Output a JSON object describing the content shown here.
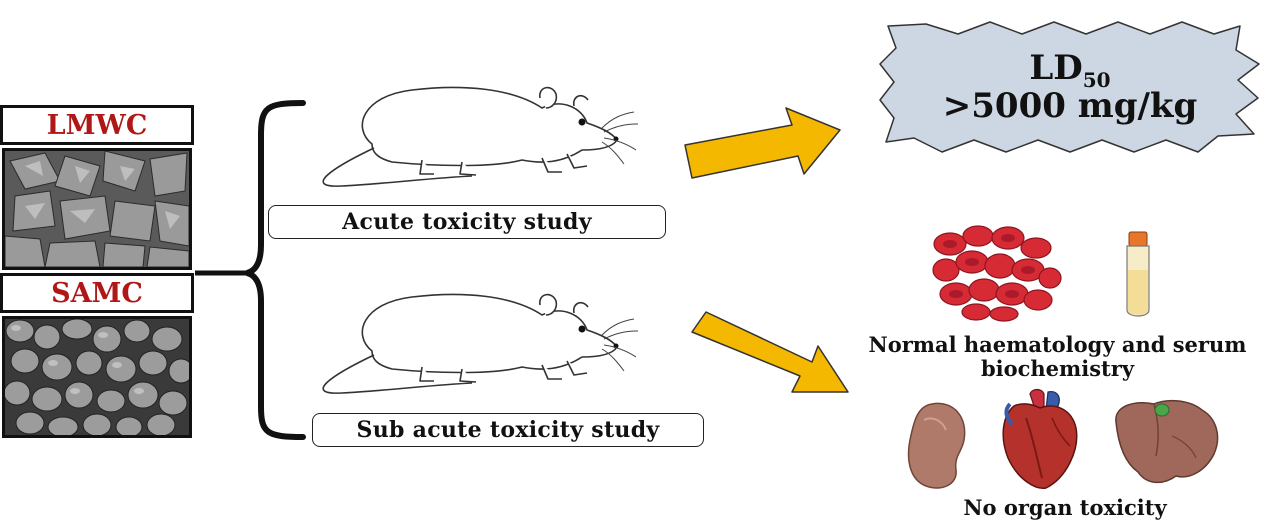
{
  "materials": {
    "top_label": "LMWC",
    "bottom_label": "SAMC"
  },
  "studies": {
    "acute": "Acute toxicity study",
    "sub_acute": "Sub acute toxicity study"
  },
  "outcomes": {
    "ld50_prefix": "LD",
    "ld50_subscript": "50",
    "ld50_value": ">5000 mg/kg",
    "haematology_line1": "Normal haematology and serum",
    "haematology_line2": "biochemistry",
    "organ": "No organ toxicity"
  },
  "colors": {
    "label_red": "#b01818",
    "arrow_yellow": "#f5b800",
    "star_fill": "#cdd6e3",
    "blood_red": "#d62a35"
  }
}
